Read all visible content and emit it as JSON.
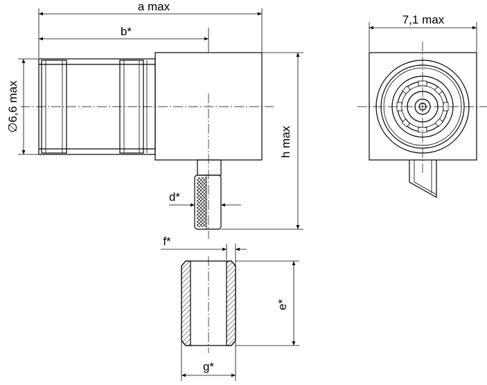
{
  "drawing": {
    "labels": {
      "a": "a max",
      "b": "b*",
      "diameter": "∅6,6 max",
      "h": "h max",
      "d": "d*",
      "width": "7,1 max",
      "f": "f*",
      "e": "e*",
      "g": "g*"
    }
  }
}
